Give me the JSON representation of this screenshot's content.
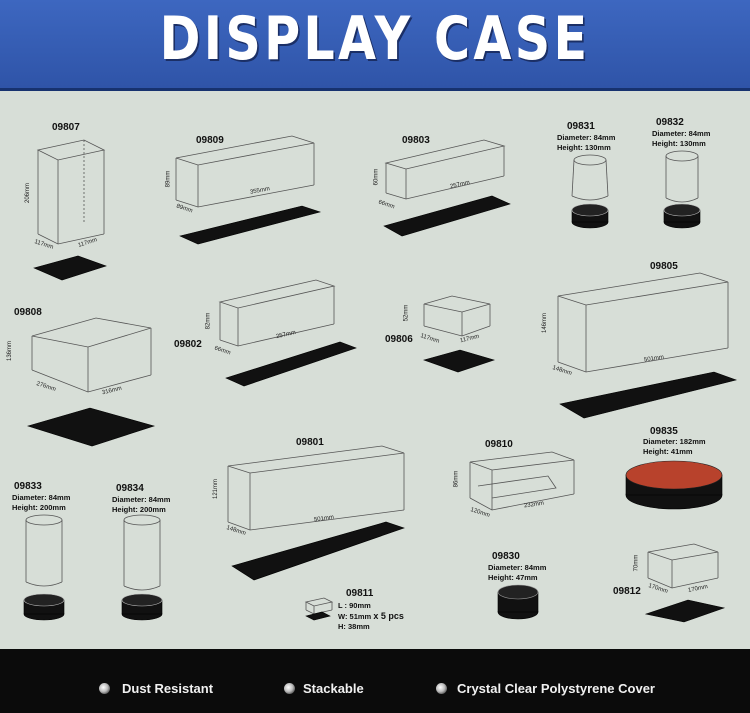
{
  "header": {
    "title": "DISPLAY CASE"
  },
  "products": {
    "p09807": {
      "code": "09807",
      "h": "206mm",
      "w": "117mm",
      "d": "117mm"
    },
    "p09809": {
      "code": "09809",
      "h": "89mm",
      "w": "355mm",
      "d": "89mm"
    },
    "p09803": {
      "code": "09803",
      "h": "60mm",
      "w": "257mm",
      "d": "66mm"
    },
    "p09831": {
      "code": "09831",
      "diameter": "Diameter: 84mm",
      "height": "Height: 130mm"
    },
    "p09832": {
      "code": "09832",
      "diameter": "Diameter: 84mm",
      "height": "Height: 130mm"
    },
    "p09808": {
      "code": "09808",
      "h": "136mm",
      "w": "316mm",
      "d": "276mm"
    },
    "p09802": {
      "code": "09802",
      "h": "82mm",
      "w": "257mm",
      "d": "66mm"
    },
    "p09806": {
      "code": "09806",
      "h": "52mm",
      "w": "117mm",
      "d": "117mm"
    },
    "p09805": {
      "code": "09805",
      "h": "146mm",
      "w": "501mm",
      "d": "148mm"
    },
    "p09801": {
      "code": "09801",
      "h": "121mm",
      "w": "501mm",
      "d": "148mm"
    },
    "p09810": {
      "code": "09810",
      "h": "86mm",
      "w": "232mm",
      "d": "120mm"
    },
    "p09835": {
      "code": "09835",
      "diameter": "Diameter: 182mm",
      "height": "Height: 41mm"
    },
    "p09833": {
      "code": "09833",
      "diameter": "Diameter: 84mm",
      "height": "Height: 200mm"
    },
    "p09834": {
      "code": "09834",
      "diameter": "Diameter: 84mm",
      "height": "Height: 200mm"
    },
    "p09830": {
      "code": "09830",
      "diameter": "Diameter: 84mm",
      "height": "Height: 47mm"
    },
    "p09811": {
      "code": "09811",
      "l": "L : 90mm",
      "w": "W: 51mm",
      "pcs": "x 5 pcs",
      "h": "H: 38mm"
    },
    "p09812": {
      "code": "09812",
      "h": "70mm",
      "w": "170mm",
      "d": "170mm"
    }
  },
  "footer": {
    "features": [
      "Dust Resistant",
      "Stackable",
      "Crystal Clear Polystyrene Cover"
    ]
  },
  "colors": {
    "header_blue": "#2f54a8",
    "base_black": "#111111",
    "lid_red": "#b8422c",
    "panel_bg": "#d7ded7"
  }
}
